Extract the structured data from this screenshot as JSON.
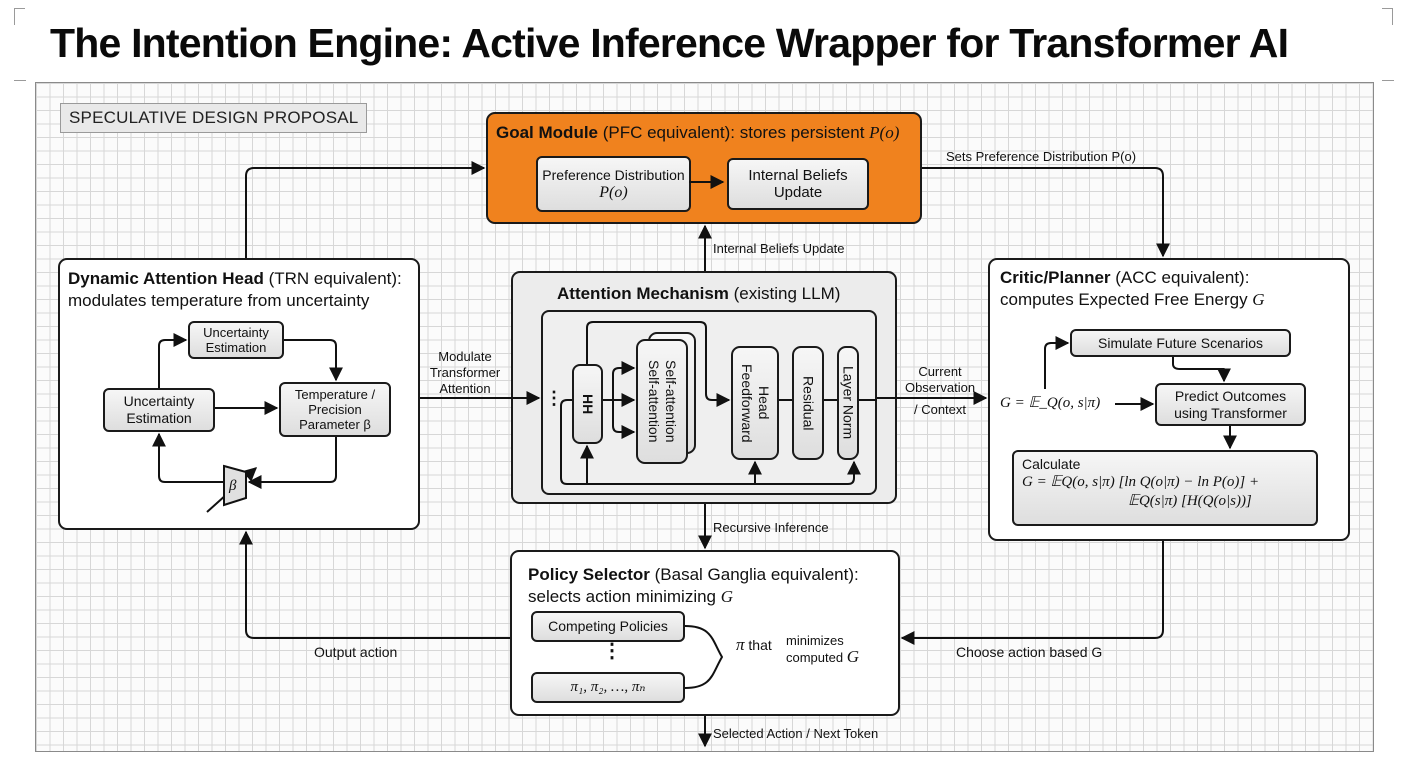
{
  "title": "The Intention Engine: Active Inference Wrapper for Transformer AI",
  "tag": "SPECULATIVE DESIGN PROPOSAL",
  "colors": {
    "goal_fill": "#f0821e",
    "box_fill": "#ffffff",
    "sub_fill": "#e6e6e6",
    "attention_fill": "#ededed",
    "line": "#1a1a1a"
  },
  "goal_module": {
    "title_bold": "Goal Module",
    "title_rest": " (PFC equivalent): stores persistent ",
    "title_math": "P(o)",
    "preference_label": "Preference Distribution",
    "preference_math": "P(o)",
    "beliefs_line1": "Internal Beliefs",
    "beliefs_line2": "Update"
  },
  "dynamic_attention": {
    "title_bold": "Dynamic Attention Head",
    "title_rest": " (TRN equivalent):",
    "subtitle": "modulates temperature from uncertainty",
    "uncertainty_top_1": "Uncertainty",
    "uncertainty_top_2": "Estimation",
    "uncertainty_left_1": "Uncertainty",
    "uncertainty_left_2": "Estimation",
    "temperature_1": "Temperature /",
    "temperature_2": "Precision",
    "temperature_3": "Parameter β",
    "beta_symbol": "β"
  },
  "attention": {
    "title_bold": "Attention Mechanism",
    "title_rest": " (existing LLM)",
    "hh": "HH",
    "self_attention_1": "Self-attention",
    "self_attention_2": "Self-attention",
    "feedforward_1": "Feedforward",
    "feedforward_2": "Head",
    "residual": "Residual",
    "layer_norm": "Layer Norm",
    "ellipsis": "⋮"
  },
  "critic": {
    "title_bold": "Critic/Planner",
    "title_rest": " (ACC equivalent):",
    "subtitle": "computes Expected Free Energy ",
    "subtitle_math": "G",
    "simulate": "Simulate Future Scenarios",
    "predict_1": "Predict Outcomes",
    "predict_2": "using Transformer",
    "g_expr": "G = 𝔼_Q(o, s|π)",
    "calculate_label": "Calculate",
    "calc_line1": "G = 𝔼Q(o, s|π) [ln Q(o|π) − ln P(o)] +",
    "calc_line2": "𝔼Q(s|π) [H(Q(o|s))]"
  },
  "policy": {
    "title_bold": "Policy Selector",
    "title_rest": " (Basal Ganglia equivalent):",
    "subtitle": "selects action minimizing ",
    "subtitle_math": "G",
    "competing": "Competing Policies",
    "dots": "⋮",
    "policies_math": "π₁, π₂, …, πₙ",
    "pi": "π",
    "that": " that ",
    "minimizes": "minimizes",
    "computed": "computed ",
    "g": "G"
  },
  "edge_labels": {
    "sets_preference": "Sets Preference Distribution P(o)",
    "internal_beliefs": "Internal  Beliefs Update",
    "modulate_1": "Modulate",
    "modulate_2": "Transformer",
    "modulate_3": "Attention",
    "current_1": "Current",
    "current_2": "Observation",
    "current_3": "/ Context",
    "recursive": "Recursive Inference",
    "output_action": "Output action",
    "choose_action": "Choose  action based G",
    "selected_action": "Selected Action / Next Token"
  }
}
